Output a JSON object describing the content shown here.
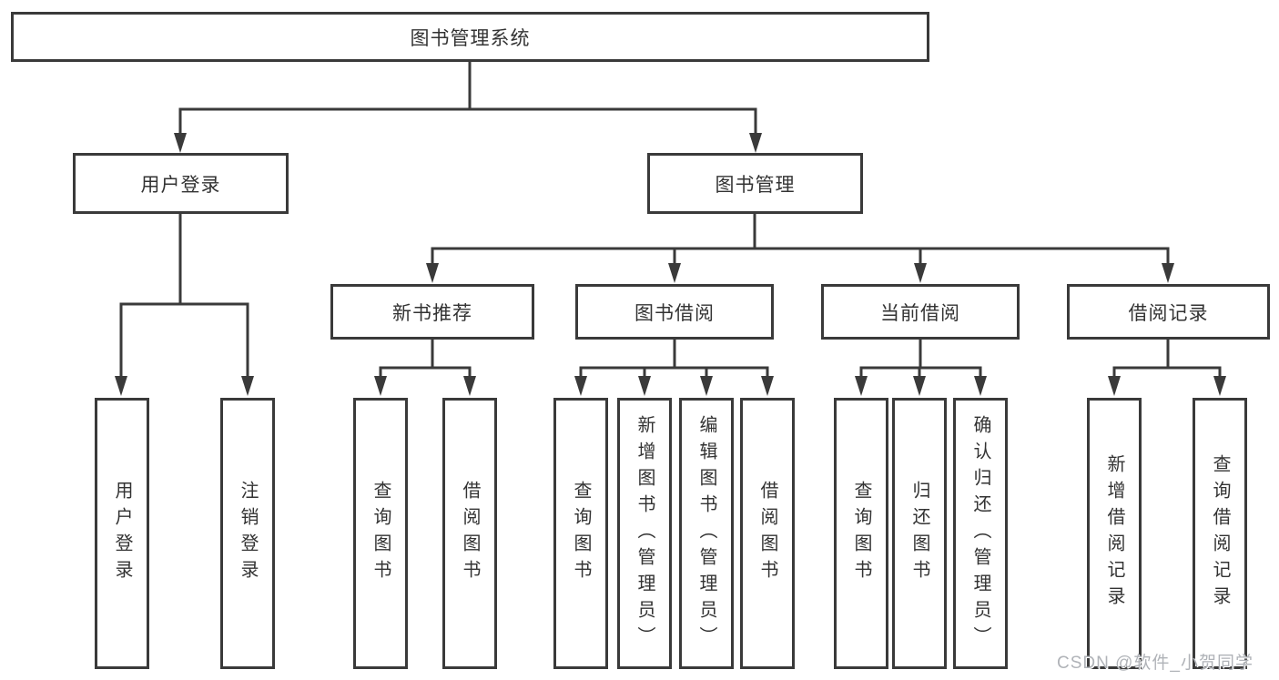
{
  "diagram": {
    "title": "图书管理系统",
    "root": {
      "label": "图书管理系统"
    },
    "level2": {
      "user_login": {
        "label": "用户登录"
      },
      "book_management": {
        "label": "图书管理"
      }
    },
    "level3": {
      "new_book_recommend": {
        "label": "新书推荐"
      },
      "book_borrow": {
        "label": "图书借阅"
      },
      "current_borrow": {
        "label": "当前借阅"
      },
      "borrow_records": {
        "label": "借阅记录"
      }
    },
    "leaves": {
      "user_login": [
        "用户登录",
        "注销登录"
      ],
      "new_book_recommend": [
        "查询图书",
        "借阅图书"
      ],
      "book_borrow": [
        "查询图书",
        "新增图书（管理员）",
        "编辑图书（管理员）",
        "借阅图书"
      ],
      "current_borrow": [
        "查询图书",
        "归还图书",
        "确认归还（管理员）"
      ],
      "borrow_records": [
        "新增借阅记录",
        "查询借阅记录"
      ]
    },
    "colors": {
      "line": "#3a3a3a",
      "border": "#3a3a3a",
      "text": "#333333",
      "background": "#ffffff",
      "watermark": "#b0b3b8"
    }
  },
  "watermark": {
    "text": "CSDN @软件_小贺同学"
  }
}
